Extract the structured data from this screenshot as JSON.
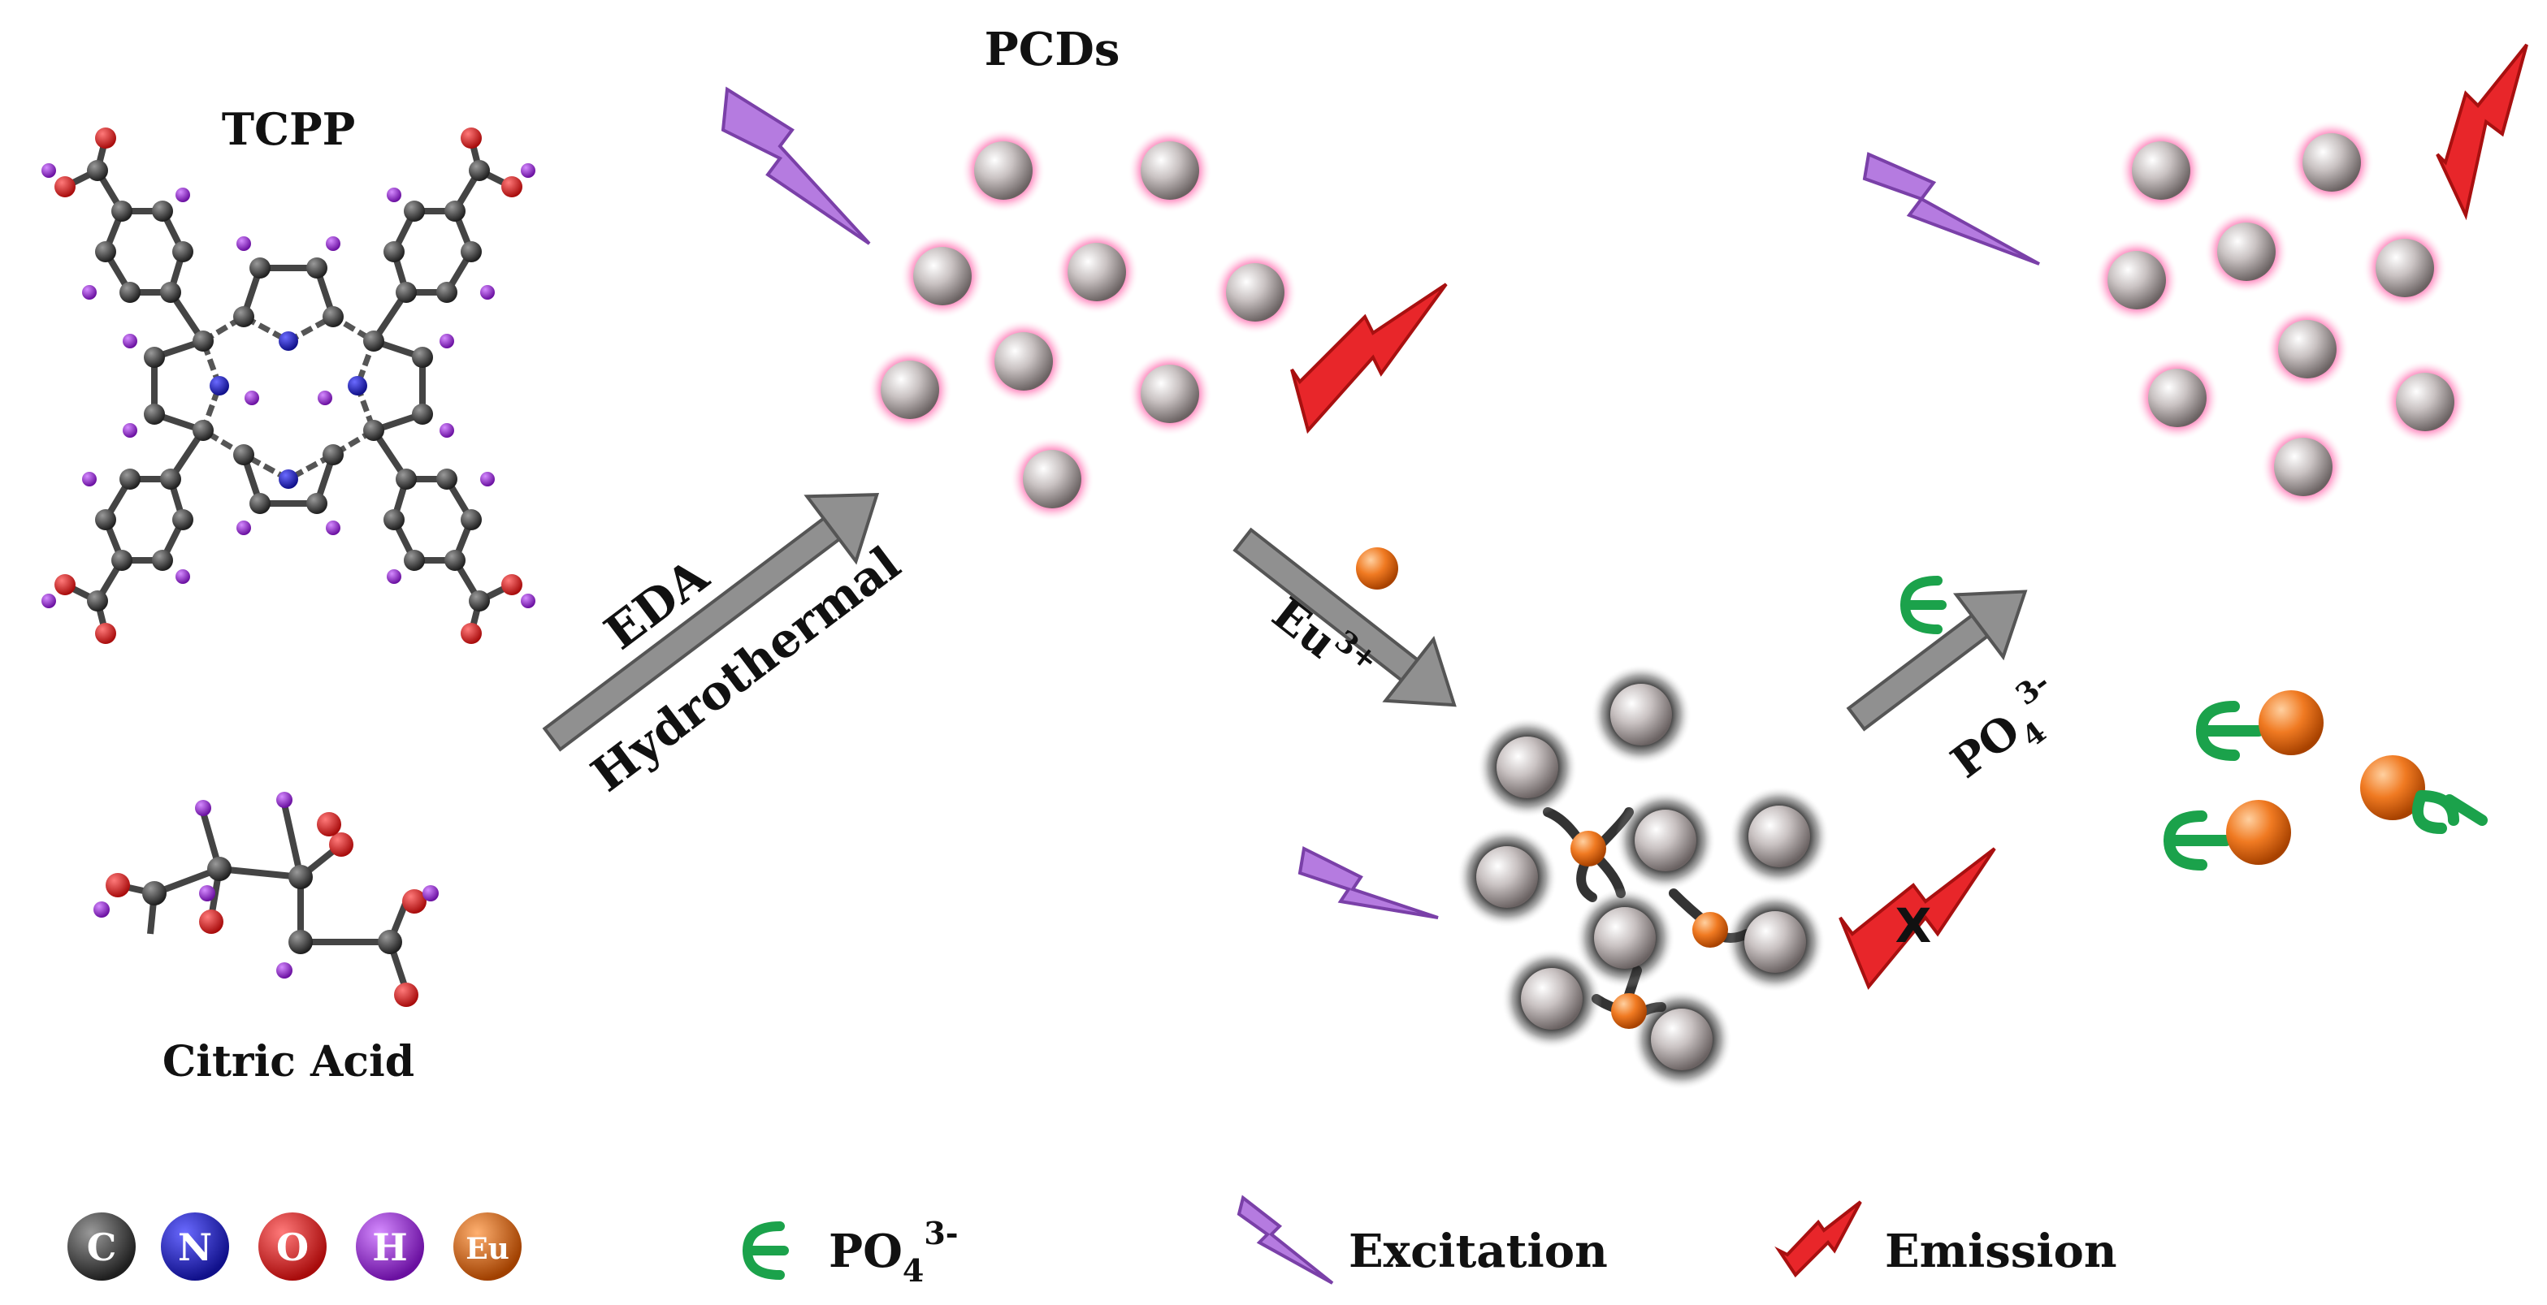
{
  "labels": {
    "tcpp": "TCPP",
    "citric_acid": "Citric Acid",
    "pcds": "PCDs",
    "eda": "EDA",
    "hydrothermal": "Hydrothermal",
    "eu_base": "Eu",
    "eu_charge": "3+",
    "po_base": "PO",
    "po_sub": "4",
    "po_sup": "3-"
  },
  "legend": {
    "atoms": [
      {
        "symbol": "C",
        "color": "#2b2b2b"
      },
      {
        "symbol": "N",
        "color": "#1a1aa8"
      },
      {
        "symbol": "O",
        "color": "#c81818"
      },
      {
        "symbol": "H",
        "color": "#8a1fc0"
      },
      {
        "symbol": "Eu",
        "color": "#c85a10"
      }
    ],
    "phosphate_base": "PO",
    "phosphate_sub": "4",
    "phosphate_sup": "3-",
    "excitation": "Excitation",
    "emission": "Emission"
  },
  "colors": {
    "excitation": "#b57be0",
    "emission": "#e8262a",
    "glow_on": "#ff2a8a",
    "glow_off": "#1a1a1a",
    "arrow": "#909090",
    "eu_ion": "#f07a22",
    "phosphate": "#1ba24b"
  }
}
